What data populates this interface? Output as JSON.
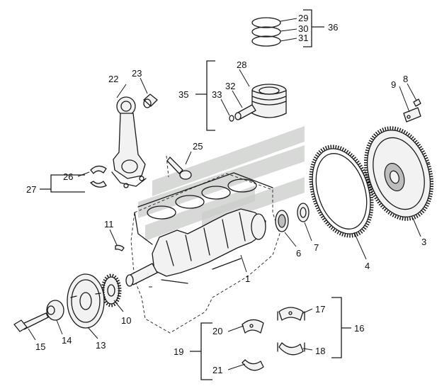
{
  "callouts": [
    {
      "id": "c1",
      "label": "1"
    },
    {
      "id": "c3",
      "label": "3"
    },
    {
      "id": "c4",
      "label": "4"
    },
    {
      "id": "c6",
      "label": "6"
    },
    {
      "id": "c7",
      "label": "7"
    },
    {
      "id": "c8",
      "label": "8"
    },
    {
      "id": "c9",
      "label": "9"
    },
    {
      "id": "c10",
      "label": "10"
    },
    {
      "id": "c11",
      "label": "11"
    },
    {
      "id": "c13",
      "label": "13"
    },
    {
      "id": "c14",
      "label": "14"
    },
    {
      "id": "c15",
      "label": "15"
    },
    {
      "id": "c16",
      "label": "16"
    },
    {
      "id": "c17",
      "label": "17"
    },
    {
      "id": "c18",
      "label": "18"
    },
    {
      "id": "c19",
      "label": "19"
    },
    {
      "id": "c20",
      "label": "20"
    },
    {
      "id": "c21",
      "label": "21"
    },
    {
      "id": "c22",
      "label": "22"
    },
    {
      "id": "c23",
      "label": "23"
    },
    {
      "id": "c25",
      "label": "25"
    },
    {
      "id": "c26",
      "label": "26"
    },
    {
      "id": "c27",
      "label": "27"
    },
    {
      "id": "c28",
      "label": "28"
    },
    {
      "id": "c29",
      "label": "29"
    },
    {
      "id": "c30",
      "label": "30"
    },
    {
      "id": "c31",
      "label": "31"
    },
    {
      "id": "c32",
      "label": "32"
    },
    {
      "id": "c33",
      "label": "33"
    },
    {
      "id": "c35",
      "label": "35"
    },
    {
      "id": "c36",
      "label": "36"
    }
  ]
}
